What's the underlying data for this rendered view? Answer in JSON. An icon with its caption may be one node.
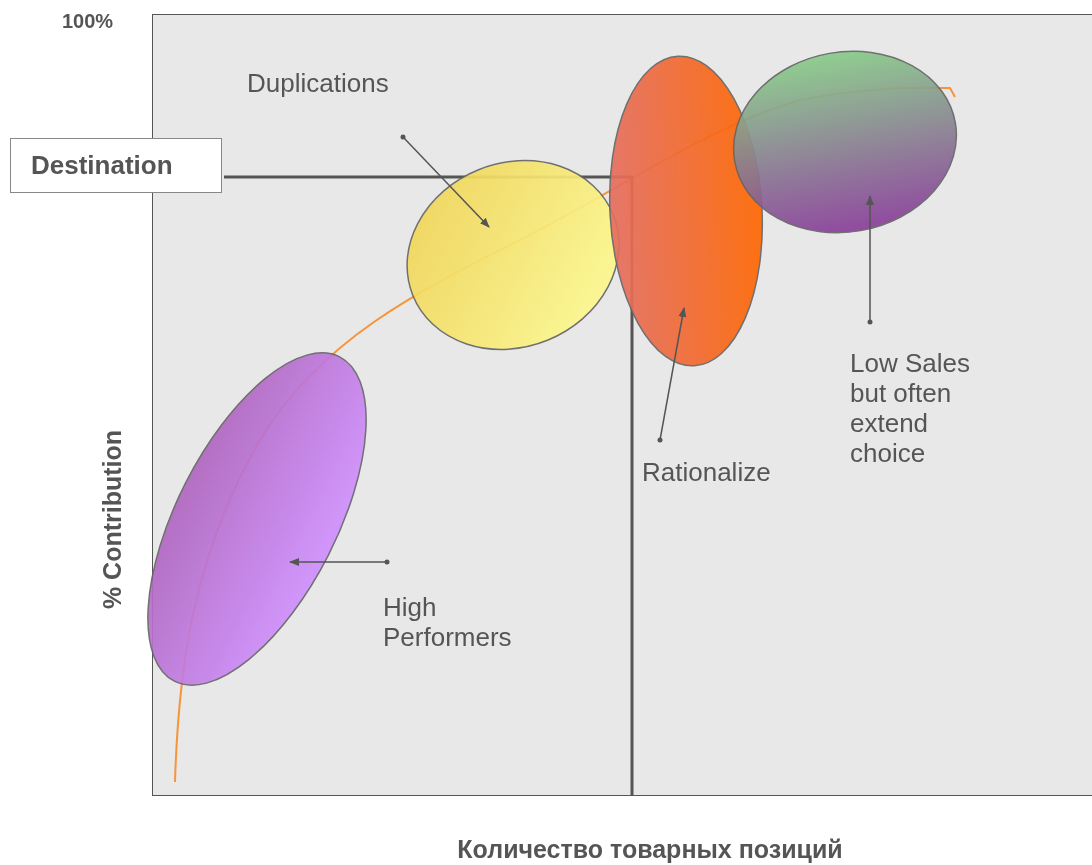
{
  "diagram": {
    "nodes": [
      {
        "text": [
          "Duplications"
        ]
      },
      {
        "text": [],
        "shape": "ellipse"
      },
      {
        "text": [],
        "shape": "ellipse"
      },
      {
        "text": [],
        "shape": "ellipse"
      },
      {
        "text": [],
        "shape": "ellipse"
      },
      {
        "text": [
          "Low Sales but often extend choice"
        ]
      },
      {
        "text": [
          "Rationalize"
        ]
      },
      {
        "text": [
          "High Performers"
        ]
      },
      {
        "text": [
          "Destination"
        ]
      }
    ],
    "edges": [
      {
        "from": 0,
        "to": 1,
        "arrow": "to"
      },
      {
        "from": 5,
        "to": 3,
        "arrow": "to"
      },
      {
        "from": 6,
        "to": 2,
        "arrow": "to"
      },
      {
        "from": 7,
        "to": 4,
        "arrow": "to"
      }
    ],
    "labels": [
      "100%",
      "% Contribution",
      "Количество товарных позиций"
    ]
  }
}
